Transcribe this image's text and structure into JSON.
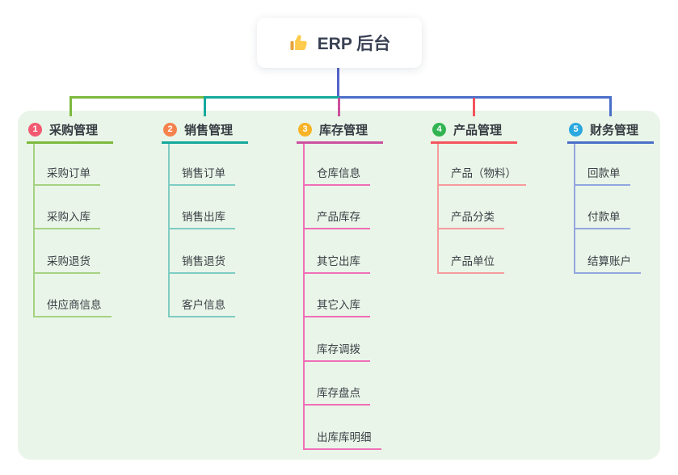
{
  "root": {
    "label": "ERP 后台",
    "icon": "thumbs-up-icon"
  },
  "connector": {
    "root_color": "#5564C9"
  },
  "panel_color": "#E9F5E8",
  "branches": [
    {
      "badge": "1",
      "label": "采购管理",
      "colors": {
        "badge": "#F25A71",
        "main": "#7CB93E",
        "light": "#A6D283"
      },
      "children": [
        "采购订单",
        "采购入库",
        "采购退货",
        "供应商信息"
      ]
    },
    {
      "badge": "2",
      "label": "销售管理",
      "colors": {
        "badge": "#F6824D",
        "main": "#14A99C",
        "light": "#7FCCC2"
      },
      "children": [
        "销售订单",
        "销售出库",
        "销售退货",
        "客户信息"
      ]
    },
    {
      "badge": "3",
      "label": "库存管理",
      "colors": {
        "badge": "#F8B426",
        "main": "#CC509F",
        "light": "#F06EB7"
      },
      "children": [
        "仓库信息",
        "产品库存",
        "其它出库",
        "其它入库",
        "库存调拨",
        "库存盘点",
        "出库库明细"
      ]
    },
    {
      "badge": "4",
      "label": "产品管理",
      "colors": {
        "badge": "#32B453",
        "main": "#F4545C",
        "light": "#F79A9E"
      },
      "children": [
        "产品（物料）",
        "产品分类",
        "产品单位"
      ]
    },
    {
      "badge": "5",
      "label": "财务管理",
      "colors": {
        "badge": "#2CA8E0",
        "main": "#4A6FC9",
        "light": "#93A6DE"
      },
      "children": [
        "回款单",
        "付款单",
        "结算账户"
      ]
    }
  ]
}
